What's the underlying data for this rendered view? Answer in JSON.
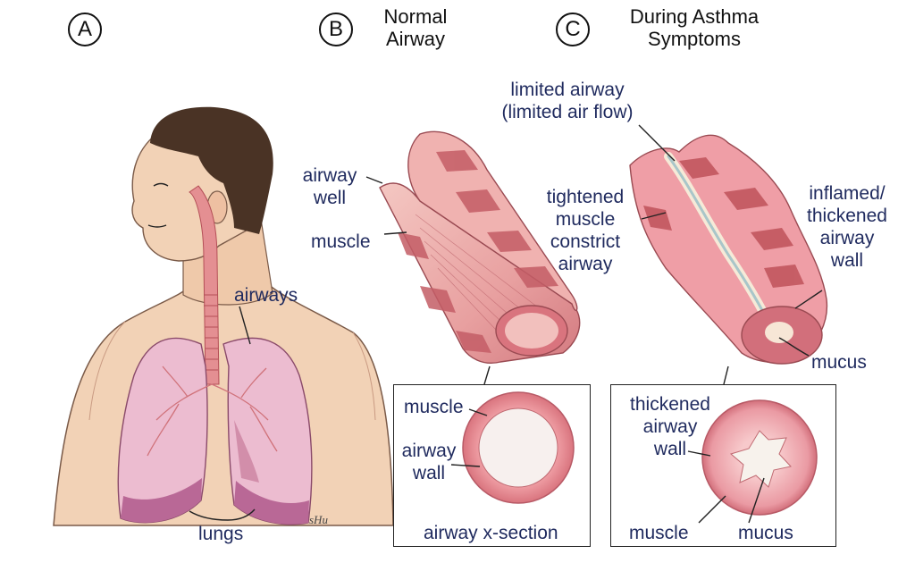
{
  "panels": {
    "a": {
      "letter": "A"
    },
    "b": {
      "letter": "B",
      "title_line1": "Normal",
      "title_line2": "Airway"
    },
    "c": {
      "letter": "C",
      "title_line1": "During Asthma",
      "title_line2": "Symptoms"
    }
  },
  "labels": {
    "airways": "airways",
    "lungs": "lungs",
    "airway_wall_line1": "airway",
    "airway_wall_line2": "well",
    "muscle_b": "muscle",
    "limited_airway_line1": "limited airway",
    "limited_airway_line2": "(limited air flow)",
    "tightened_line1": "tightened",
    "tightened_line2": "muscle",
    "tightened_line3": "constrict",
    "tightened_line4": "airway",
    "inflamed_line1": "inflamed/",
    "inflamed_line2": "thickened",
    "inflamed_line3": "airway",
    "inflamed_line4": "wall",
    "mucus_c": "mucus"
  },
  "normal_cross_section": {
    "muscle": "muscle",
    "wall_line1": "airway",
    "wall_line2": "wall",
    "caption": "airway x-section"
  },
  "asthma_cross_section": {
    "thickened_line1": "thickened",
    "thickened_line2": "airway",
    "thickened_line3": "wall",
    "muscle": "muscle",
    "mucus": "mucus"
  },
  "signature": "sHu",
  "colors": {
    "label_text": "#1f2a5e",
    "skin": "#f2d2b6",
    "hair": "#4a3325",
    "lung": "#e9b6cc",
    "lung_dark": "#b96896",
    "airway_pink": "#e89a9a",
    "airway_dark": "#c0525a",
    "lumen": "#f7f0ee"
  }
}
